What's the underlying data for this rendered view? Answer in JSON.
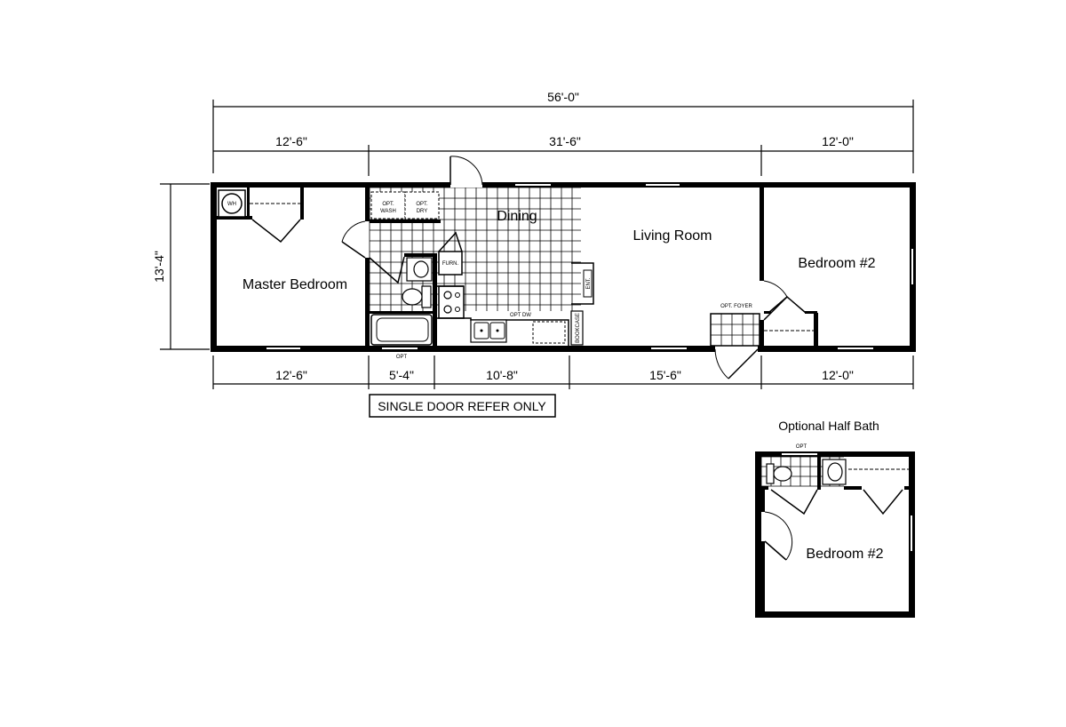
{
  "plan": {
    "overall_width": "56'-0\"",
    "overall_depth": "13'-4\"",
    "top_dims": [
      "12'-6\"",
      "31'-6\"",
      "12'-0\""
    ],
    "bottom_dims": [
      "12'-6\"",
      "5'-4\"",
      "10'-8\"",
      "15'-6\"",
      "12'-0\""
    ],
    "note": "SINGLE DOOR REFER ONLY"
  },
  "rooms": {
    "master_bedroom": "Master Bedroom",
    "dining": "Dining",
    "living_room": "Living Room",
    "bedroom2": "Bedroom #2"
  },
  "fixtures": {
    "water_heater": "WH",
    "opt_wash": [
      "OPT.",
      "WASH"
    ],
    "opt_dry": [
      "OPT.",
      "DRY"
    ],
    "furnace": "FURN.",
    "opt_dw": "OPT DW",
    "bookcase": "BOOKCASE",
    "opt_foyer": "OPT. FOYER",
    "opt_bottom": "OPT",
    "ent": "ENT."
  },
  "inset": {
    "title": "Optional Half Bath",
    "opt_label": "OPT",
    "bedroom2": "Bedroom #2"
  }
}
